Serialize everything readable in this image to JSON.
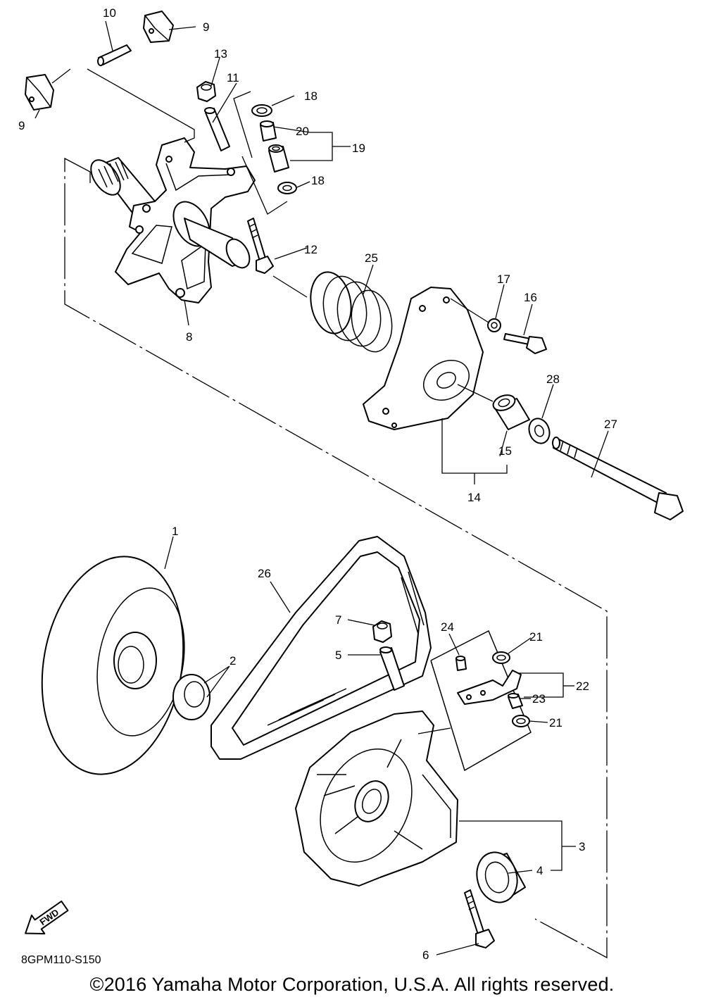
{
  "callouts": {
    "c1": "1",
    "c2": "2",
    "c3": "3",
    "c4": "4",
    "c5": "5",
    "c6": "6",
    "c7": "7",
    "c8": "8",
    "c9a": "9",
    "c9b": "9",
    "c10": "10",
    "c11": "11",
    "c12": "12",
    "c13": "13",
    "c14": "14",
    "c15": "15",
    "c16": "16",
    "c17": "17",
    "c18a": "18",
    "c18b": "18",
    "c19": "19",
    "c20": "20",
    "c21a": "21",
    "c21b": "21",
    "c22": "22",
    "c23": "23",
    "c24": "24",
    "c25": "25",
    "c26": "26",
    "c27": "27",
    "c28": "28"
  },
  "fwd_label": "FWD",
  "reference_code": "8GPM110-S150",
  "copyright": "©2016 Yamaha Motor Corporation, U.S.A. All rights reserved."
}
